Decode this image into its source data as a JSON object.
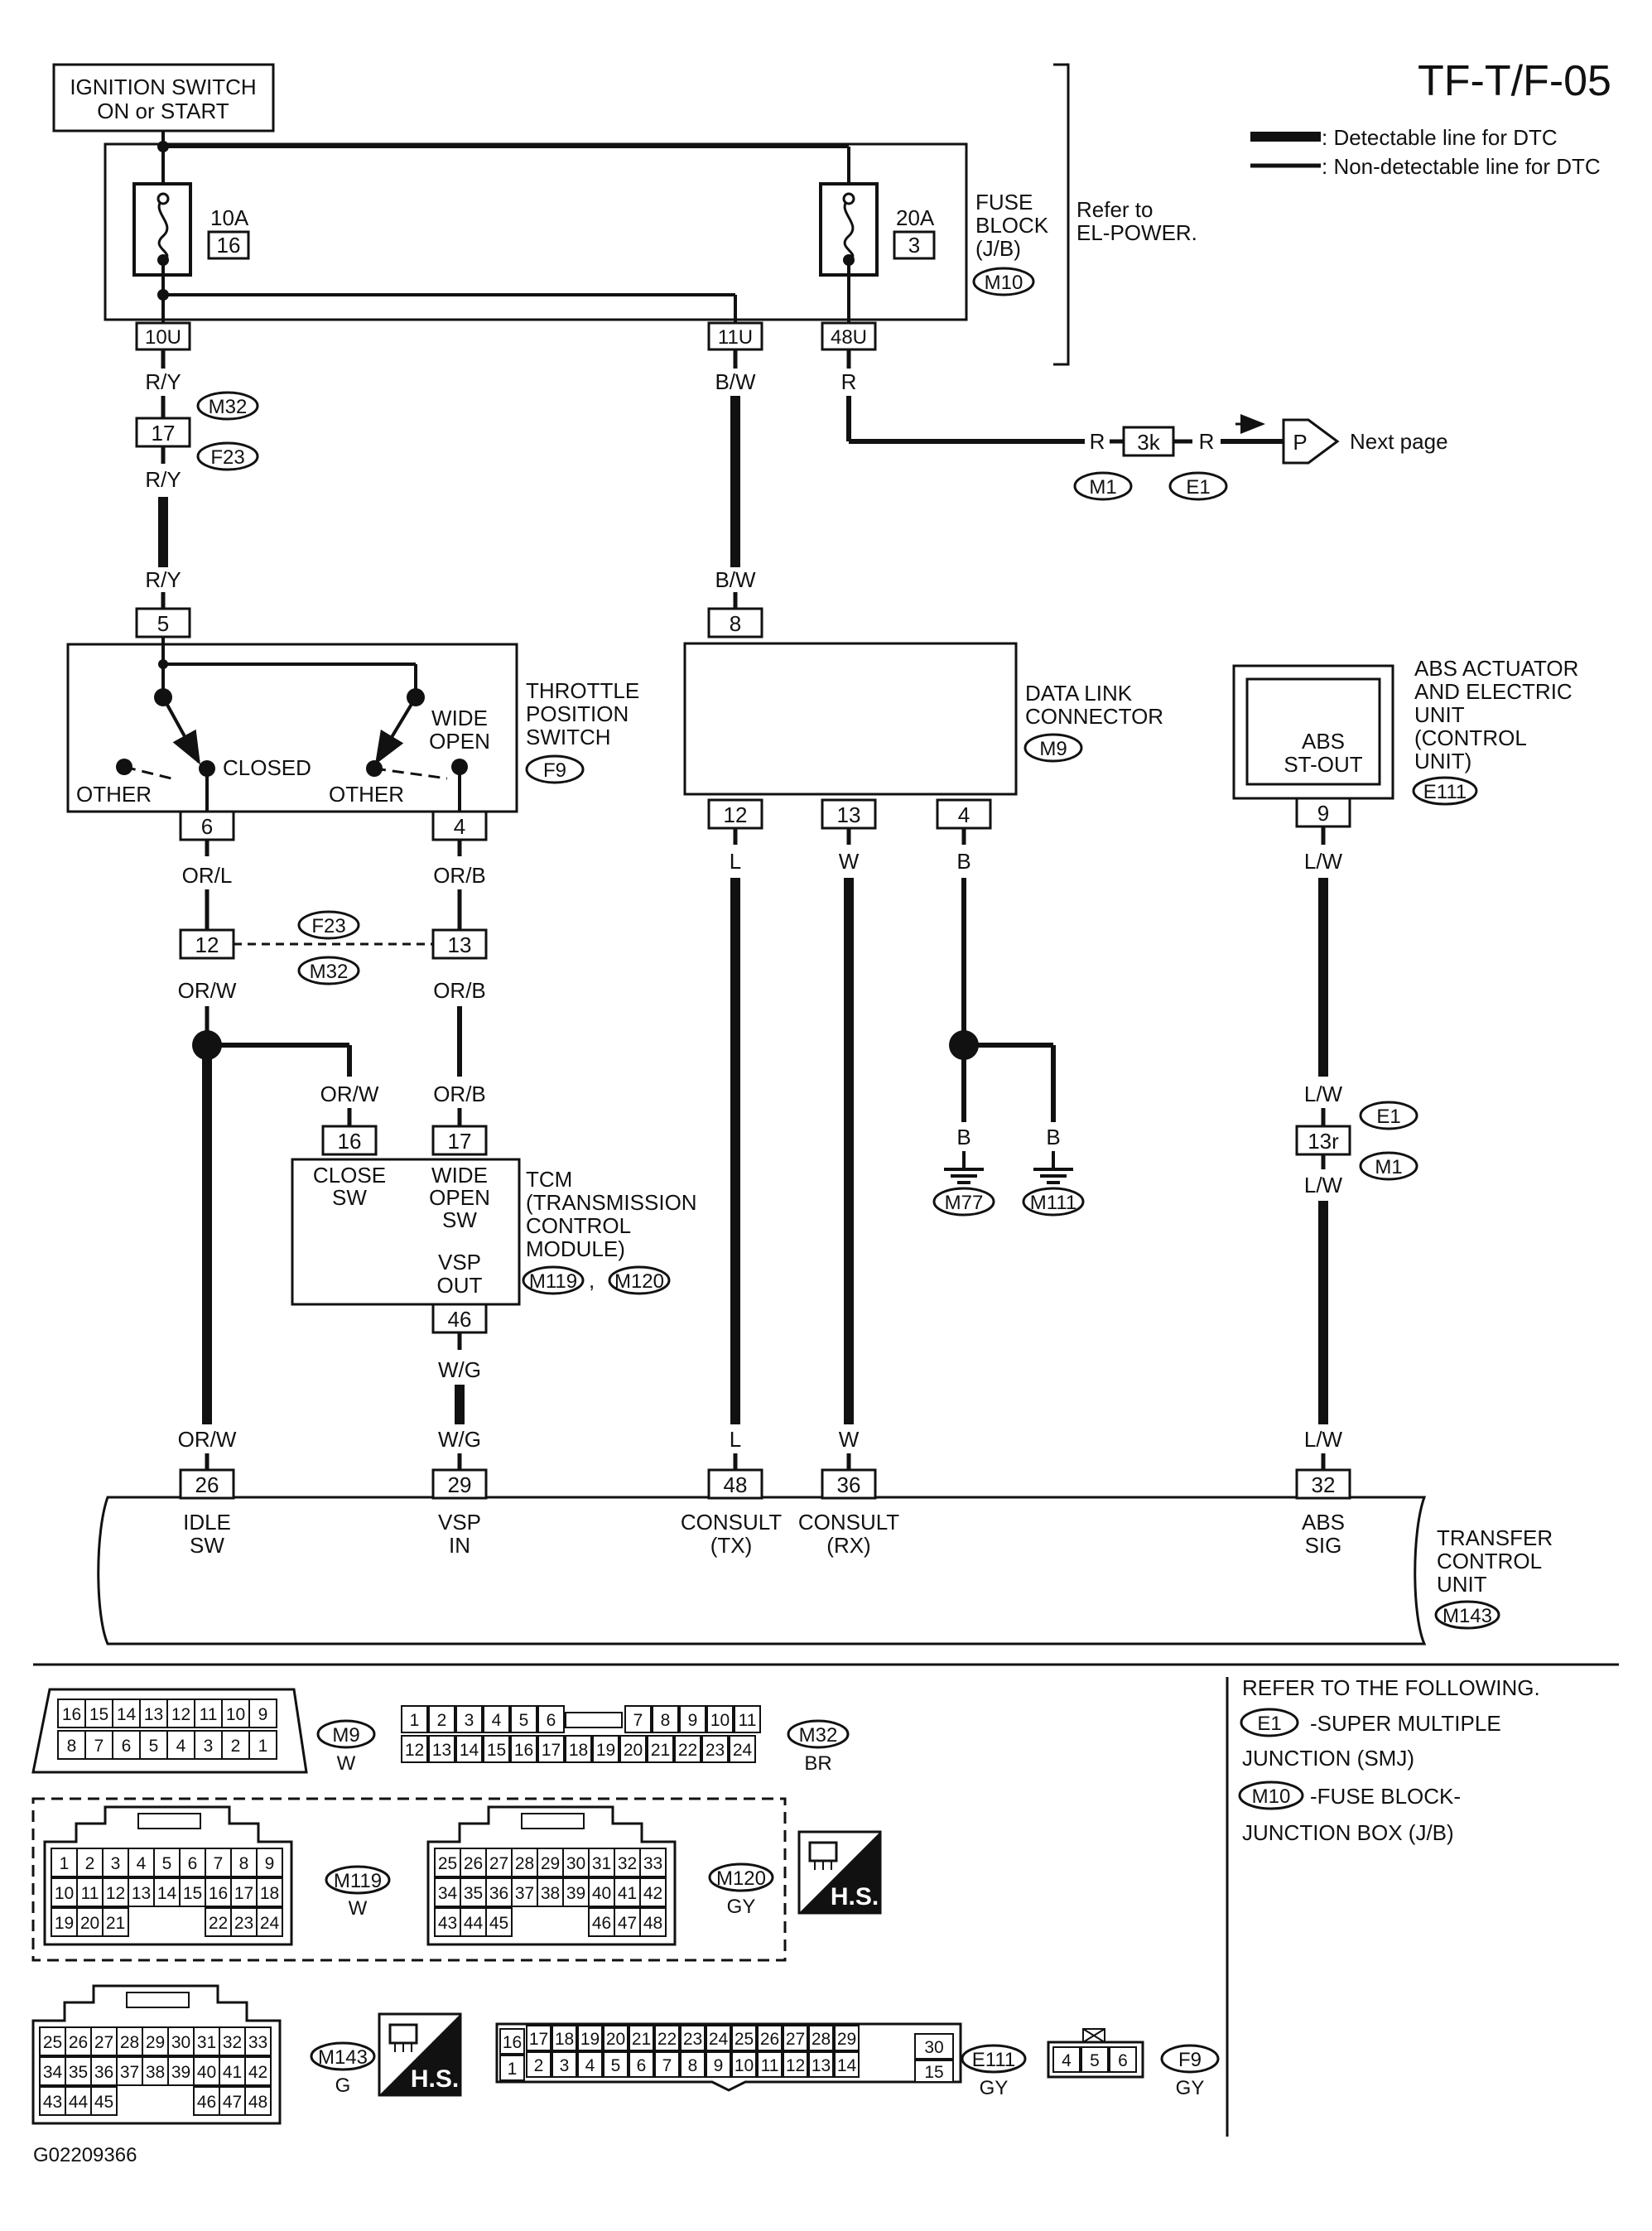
{
  "title": "TF-T/F-05",
  "legend": {
    "detectable": ": Detectable line for DTC",
    "non_detectable": ": Non-detectable line for DTC"
  },
  "ignition": [
    "IGNITION SWITCH",
    "ON or START"
  ],
  "fuse_block": {
    "label": [
      "FUSE",
      "BLOCK",
      "(J/B)"
    ],
    "connector": "M10",
    "refer": [
      "Refer to",
      "EL-POWER."
    ],
    "fuse1": {
      "amp": "10A",
      "num": "16"
    },
    "fuse2": {
      "amp": "20A",
      "num": "3"
    },
    "pins": [
      "10U",
      "11U",
      "48U"
    ]
  },
  "wires": {
    "ry": "R/Y",
    "bw": "B/W",
    "r": "R",
    "orl": "OR/L",
    "orb": "OR/B",
    "orw": "OR/W",
    "wg": "W/G",
    "l": "L",
    "w": "W",
    "b": "B",
    "lw": "L/W"
  },
  "joints": {
    "c17": "17",
    "m32": "M32",
    "f23": "F23",
    "c3k": "3k",
    "m1": "M1",
    "e1": "E1",
    "page": "P",
    "next": "Next page",
    "c12": "12",
    "c13": "13",
    "c13r": "13r"
  },
  "throttle": {
    "label": [
      "THROTTLE",
      "POSITION",
      "SWITCH"
    ],
    "connector": "F9",
    "top_pin": "5",
    "closed": "CLOSED",
    "other": "OTHER",
    "wide_open": [
      "WIDE",
      "OPEN"
    ],
    "pins": [
      "6",
      "4"
    ]
  },
  "dlc": {
    "label": [
      "DATA LINK",
      "CONNECTOR"
    ],
    "connector": "M9",
    "top_pin": "8",
    "pins": [
      "12",
      "13",
      "4"
    ]
  },
  "abs": {
    "label": [
      "ABS ACTUATOR",
      "AND ELECTRIC",
      "UNIT",
      "(CONTROL",
      "UNIT)"
    ],
    "connector": "E111",
    "inner": [
      "ABS",
      "ST-OUT"
    ],
    "pin": "9"
  },
  "grounds": [
    "M77",
    "M111"
  ],
  "tcm": {
    "label": [
      "TCM",
      "(TRANSMISSION",
      "CONTROL",
      "MODULE)"
    ],
    "connectors": [
      "M119",
      "M120"
    ],
    "pins": [
      "16",
      "17",
      "46"
    ],
    "close_sw": [
      "CLOSE",
      "SW"
    ],
    "wide_open_sw": [
      "WIDE",
      "OPEN",
      "SW"
    ],
    "vsp_out": [
      "VSP",
      "OUT"
    ]
  },
  "tcu": {
    "label": [
      "TRANSFER",
      "CONTROL",
      "UNIT"
    ],
    "connector": "M143",
    "pins": [
      "26",
      "29",
      "48",
      "36",
      "32"
    ],
    "names": [
      [
        "IDLE",
        "SW"
      ],
      [
        "VSP",
        "IN"
      ],
      [
        "CONSULT",
        "(TX)"
      ],
      [
        "CONSULT",
        "(RX)"
      ],
      [
        "ABS",
        "SIG"
      ]
    ]
  },
  "connectors": {
    "m9": {
      "id": "M9",
      "color": "W",
      "rows": [
        [
          "16",
          "15",
          "14",
          "13",
          "12",
          "11",
          "10",
          "9"
        ],
        [
          "8",
          "7",
          "6",
          "5",
          "4",
          "3",
          "2",
          "1"
        ]
      ]
    },
    "m32": {
      "id": "M32",
      "color": "BR",
      "rows": [
        [
          "1",
          "2",
          "3",
          "4",
          "5",
          "6",
          "",
          "7",
          "8",
          "9",
          "10",
          "11"
        ],
        [
          "12",
          "13",
          "14",
          "15",
          "16",
          "17",
          "18",
          "19",
          "20",
          "21",
          "22",
          "23",
          "24"
        ]
      ]
    },
    "m119": {
      "id": "M119",
      "color": "W",
      "rows": [
        [
          "1",
          "2",
          "3",
          "4",
          "5",
          "6",
          "7",
          "8",
          "9"
        ],
        [
          "10",
          "11",
          "12",
          "13",
          "14",
          "15",
          "16",
          "17",
          "18"
        ],
        [
          "19",
          "20",
          "21",
          "22",
          "23",
          "24"
        ]
      ]
    },
    "m120": {
      "id": "M120",
      "color": "GY",
      "rows": [
        [
          "25",
          "26",
          "27",
          "28",
          "29",
          "30",
          "31",
          "32",
          "33"
        ],
        [
          "34",
          "35",
          "36",
          "37",
          "38",
          "39",
          "40",
          "41",
          "42"
        ],
        [
          "43",
          "44",
          "45",
          "46",
          "47",
          "48"
        ]
      ]
    },
    "m143": {
      "id": "M143",
      "color": "G",
      "rows": [
        [
          "25",
          "26",
          "27",
          "28",
          "29",
          "30",
          "31",
          "32",
          "33"
        ],
        [
          "34",
          "35",
          "36",
          "37",
          "38",
          "39",
          "40",
          "41",
          "42"
        ],
        [
          "43",
          "44",
          "45",
          "46",
          "47",
          "48"
        ]
      ]
    },
    "e111": {
      "id": "E111",
      "color": "GY",
      "top": [
        "16",
        "17",
        "18",
        "19",
        "20",
        "21",
        "22",
        "23",
        "24",
        "25",
        "26",
        "27",
        "28",
        "29",
        "30"
      ],
      "bottom": [
        "1",
        "2",
        "3",
        "4",
        "5",
        "6",
        "7",
        "8",
        "9",
        "10",
        "11",
        "12",
        "13",
        "14",
        "15"
      ]
    },
    "f9": {
      "id": "F9",
      "color": "GY",
      "cells": [
        "4",
        "5",
        "6"
      ]
    },
    "hs": "H.S."
  },
  "refer": {
    "heading": "REFER TO THE FOLLOWING.",
    "e1_id": "E1",
    "e1_text": "-SUPER MULTIPLE",
    "e1_text2": "JUNCTION (SMJ)",
    "m10_id": "M10",
    "m10_text": "-FUSE BLOCK-",
    "m10_text2": "JUNCTION BOX (J/B)"
  },
  "footer_code": "G02209366"
}
